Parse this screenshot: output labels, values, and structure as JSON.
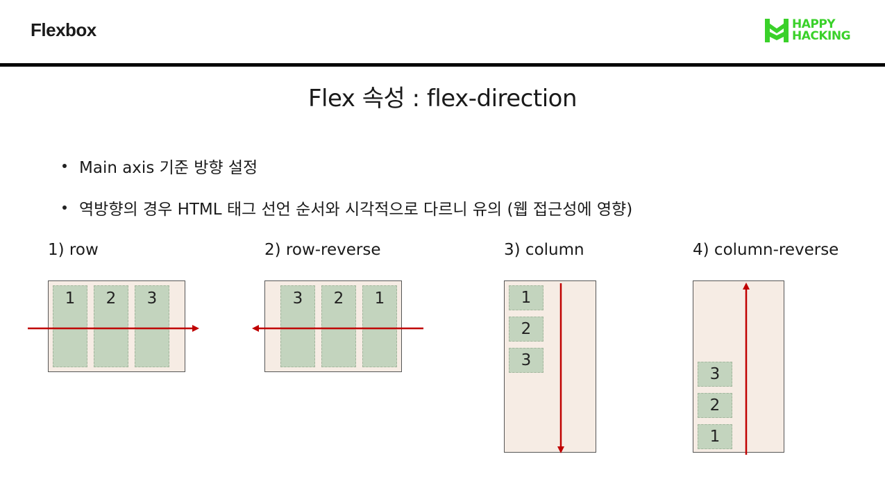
{
  "header": {
    "title": "Flexbox",
    "logo_line1": "HAPPY",
    "logo_line2": "HACKING",
    "logo_color": "#3ad12a"
  },
  "slide": {
    "title": "Flex 속성 : flex-direction",
    "bullets": [
      "Main axis 기준 방향 설정",
      "역방향의 경우 HTML 태그 선언 순서와 시각적으로 다르니 유의 (웹 접근성에 영향)"
    ]
  },
  "examples": [
    {
      "label": "1) row",
      "items": [
        "1",
        "2",
        "3"
      ]
    },
    {
      "label": "2) row-reverse",
      "items": [
        "3",
        "2",
        "1"
      ]
    },
    {
      "label": "3) column",
      "items": [
        "1",
        "2",
        "3"
      ]
    },
    {
      "label": "4) column-reverse",
      "items": [
        "3",
        "2",
        "1"
      ]
    }
  ],
  "colors": {
    "container_bg": "#f6ece4",
    "item_bg": "#c3d4be",
    "arrow": "#c00000"
  }
}
